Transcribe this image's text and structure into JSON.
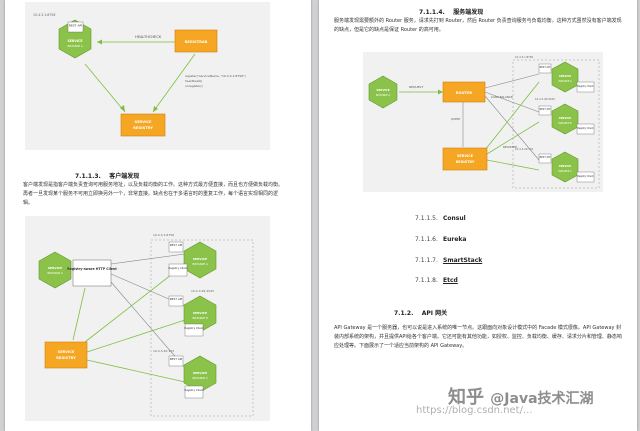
{
  "left_page": {
    "fig1": {
      "ip": "10.4.3.1:8756",
      "api": "REST API",
      "service": "SERVICE",
      "instance": "INSTANCE A",
      "healthcheck": "HEALTHCHECK",
      "registrar": "REGISTRAR",
      "call_1": "register(\"serviceName, \"10.4.3.1:8756\")",
      "call_2": "heartbeat()",
      "call_3": "unregister()",
      "registry_1": "SERVICE",
      "registry_2": "REGISTRY"
    },
    "section": {
      "number": "7.1.1.3.",
      "title": "客户端发现"
    },
    "paragraph": "客户端发现是指客户端负责查询可用服务地址，以及负载均衡的工作。这种方式最方便直接，而且也方便做负载均衡。再者一旦发现某个服务不可用立即换另外一个，非常直接。缺点也在于多语言时的重复工作，每个语言实现相同的逻辑。",
    "fig2": {
      "service": "SERVICE",
      "instance_a": "INSTANCE A",
      "instance_b": "INSTANCE B",
      "instance_c": "INSTANCE C",
      "client": "Registry-aware HTTP Client",
      "registry_client": "Registry Client",
      "api": "REST API",
      "ip_1": "10.4.3.1:8756",
      "ip_2": "10.4.3.99:4545",
      "ip_3": "10.4.3.20:333",
      "registry_1": "SERVICE",
      "registry_2": "REGISTRY"
    }
  },
  "right_page": {
    "section": {
      "number": "7.1.1.4.",
      "title": "服务端发现"
    },
    "paragraph": "服务端发现需要额外的 Router 服务，请求先打到 Router，然后 Router 负责查询服务与负载均衡。这种方式虽然没有客户端发现的缺点，但是它的缺点是保证 Router 的高可用。",
    "fig3": {
      "service": "SERVICE",
      "instance_a": "INSTANCE A",
      "instance_b": "INSTANCE B",
      "instance_c": "INSTANCE C",
      "request": "REQUEST",
      "router": "ROUTER",
      "load_balance": "LOAD BALANCE",
      "query": "QUERY",
      "register": "REGISTER",
      "registry_client": "Registry Client",
      "api": "REST API",
      "ip_1": "10.4.3.1:8756",
      "ip_2": "10.4.3.99:4545",
      "ip_3": "10.4.3.20:333",
      "registry_1": "SERVICE",
      "registry_2": "REGISTRY"
    },
    "toc": [
      {
        "number": "7.1.1.5.",
        "title": "Consul"
      },
      {
        "number": "7.1.1.6.",
        "title": "Eureka"
      },
      {
        "number": "7.1.1.7.",
        "title": "SmartStack"
      },
      {
        "number": "7.1.1.8.",
        "title": "Etcd"
      }
    ],
    "section2": {
      "number": "7.1.2.",
      "title": "API 网关"
    },
    "paragraph2": "API Gateway 是一个服务器，也可以说是进入系统的唯一节点。这跟面向对象设计模式中的 Facade 模式很像。API Gateway 封装内部系统的架构，并且提供API给各个客户端。它还可能有其他功能，如授权、监控、负载均衡、缓存、请求分片和管理、静态响应处理等。下面展示了一个适应当前架构的 API Gateway。"
  },
  "watermark": {
    "brand": "知乎",
    "handle": "@Java技术汇湖",
    "url": "https://blog.csdn.net/..."
  }
}
